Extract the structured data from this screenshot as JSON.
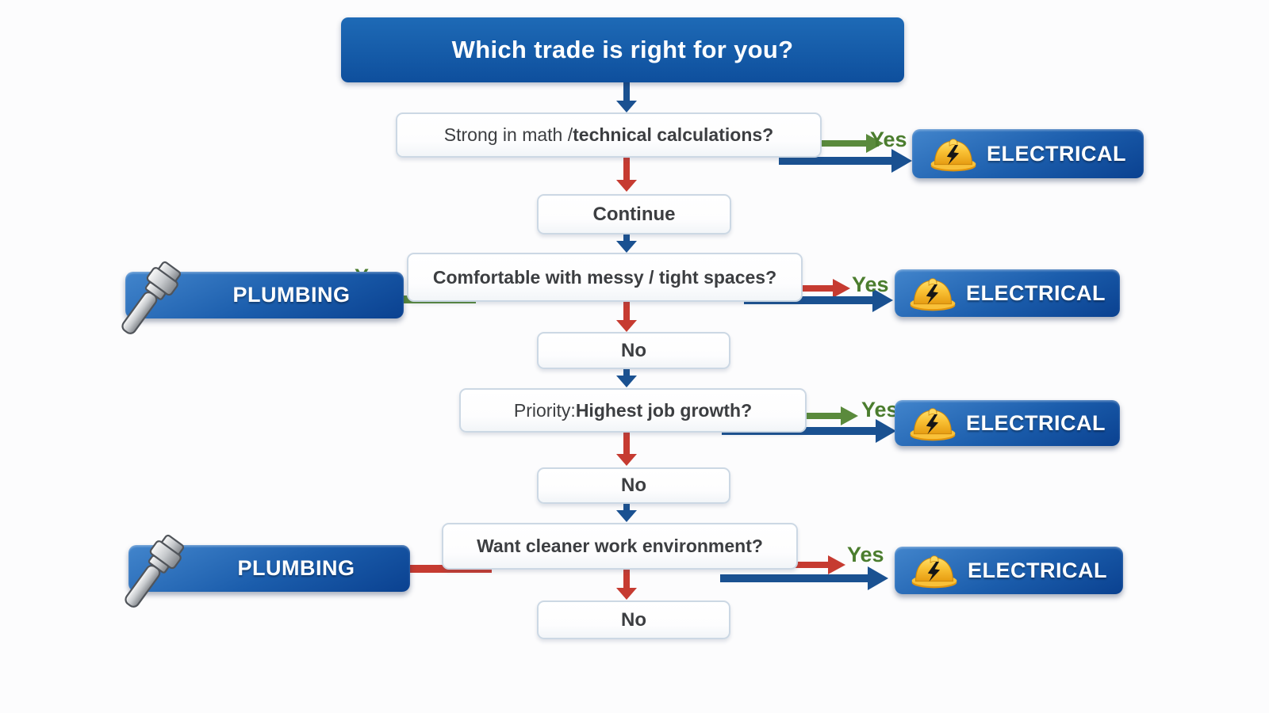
{
  "title": "Which trade is right for you?",
  "questions": {
    "q1": {
      "prefix": "Strong in math / ",
      "emphasis": "technical calculations?"
    },
    "q2": {
      "prefix": "",
      "emphasis": "Comfortable with messy / tight spaces?"
    },
    "q3": {
      "prefix": "Priority: ",
      "emphasis": "Highest job growth?"
    },
    "q4": {
      "prefix": "",
      "emphasis": "Want cleaner work environment?"
    }
  },
  "connectors": {
    "continue_label": "Continue",
    "no_label": "No",
    "yes_label": "Yes"
  },
  "outcomes": {
    "electrical": "ELECTRICAL",
    "plumbing": "PLUMBING"
  },
  "edges": [
    {
      "from": "title",
      "to": "q1"
    },
    {
      "from": "q1",
      "to": "electrical",
      "label": "Yes"
    },
    {
      "from": "q1",
      "to": "continue"
    },
    {
      "from": "continue",
      "to": "q2"
    },
    {
      "from": "q2",
      "to": "plumbing",
      "label": "Yes"
    },
    {
      "from": "q2",
      "to": "electrical",
      "label": "Yes"
    },
    {
      "from": "q2",
      "to": "no"
    },
    {
      "from": "no",
      "to": "q3"
    },
    {
      "from": "q3",
      "to": "electrical",
      "label": "Yes"
    },
    {
      "from": "q3",
      "to": "no"
    },
    {
      "from": "no",
      "to": "q4"
    },
    {
      "from": "q4",
      "to": "plumbing",
      "label": "Yes"
    },
    {
      "from": "q4",
      "to": "electrical",
      "label": "Yes"
    },
    {
      "from": "q4",
      "to": "no"
    }
  ],
  "colors": {
    "brand_blue": "#10529f",
    "arrow_blue": "#1a5191",
    "arrow_red": "#c63b31",
    "arrow_green": "#5a8a3c",
    "yes_green": "#4b7d2e"
  }
}
